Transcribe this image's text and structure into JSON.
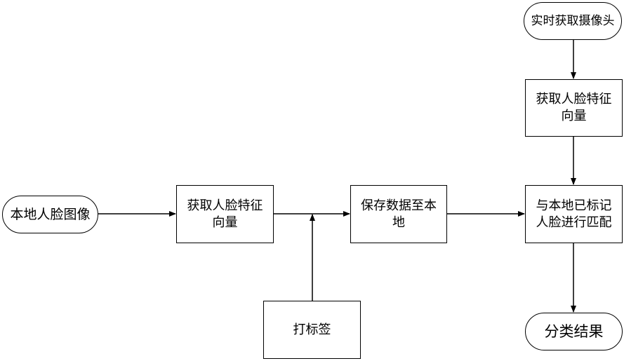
{
  "nodes": {
    "local_face_image": "本地人脸图像",
    "extract_vector_1": "获取人脸特征向量",
    "label_tag": "打标签",
    "save_local": "保存数据至本地",
    "camera_realtime": "实时获取摄像头",
    "extract_vector_2": "获取人脸特征向量",
    "match_faces": "与本地已标记人脸进行匹配",
    "classify_result": "分类结果"
  },
  "colors": {
    "stroke": "#000000",
    "background": "#ffffff"
  }
}
